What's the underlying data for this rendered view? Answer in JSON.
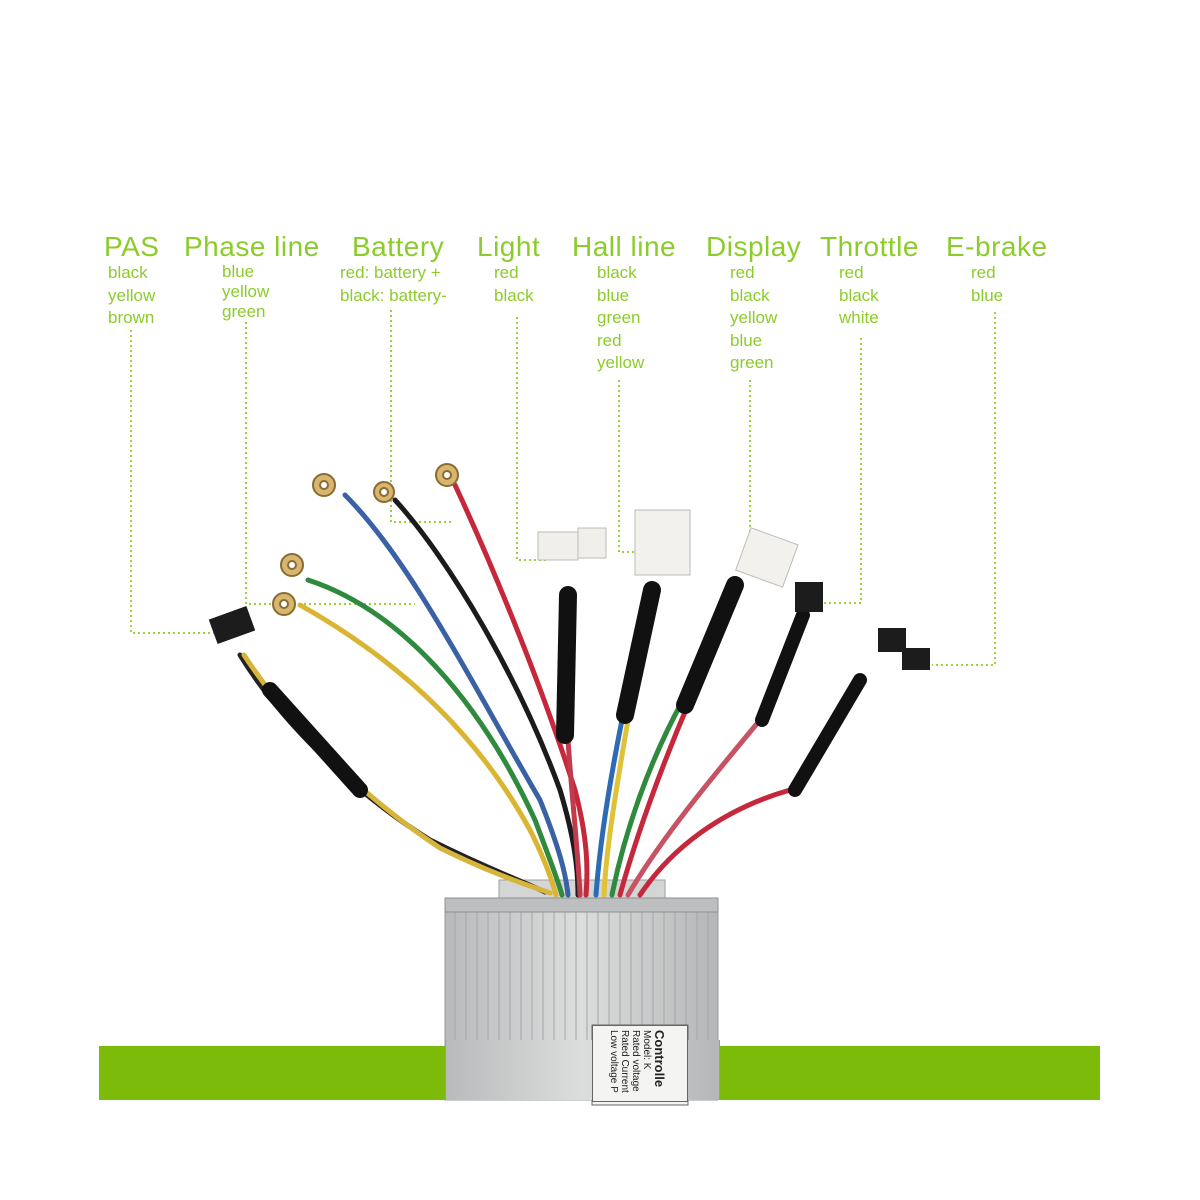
{
  "labels": [
    {
      "id": "pas",
      "title": "PAS",
      "wires": [
        "black",
        "yellow",
        "brown"
      ]
    },
    {
      "id": "phase",
      "title": "Phase line",
      "wires": [
        "blue",
        "yellow",
        "green"
      ]
    },
    {
      "id": "battery",
      "title": "Battery",
      "wires": [
        "red: battery +",
        "black: battery-"
      ]
    },
    {
      "id": "light",
      "title": "Light",
      "wires": [
        "red",
        "black"
      ]
    },
    {
      "id": "hall",
      "title": "Hall line",
      "wires": [
        "black",
        "blue",
        "green",
        "red",
        "yellow"
      ]
    },
    {
      "id": "display",
      "title": "Display",
      "wires": [
        "red",
        "black",
        "yellow",
        "blue",
        "green"
      ]
    },
    {
      "id": "throttle",
      "title": "Throttle",
      "wires": [
        "red",
        "black",
        "white"
      ]
    },
    {
      "id": "ebrake",
      "title": "E-brake",
      "wires": [
        "red",
        "blue"
      ]
    }
  ],
  "controller": {
    "label_lines": [
      "Controlle",
      "Model: K",
      "Rated voltage",
      "Rated Current",
      "Low voltage P"
    ]
  },
  "colors": {
    "accent_green": "#8ccc2a",
    "bar_green": "#7cbb0a",
    "leader_line": "#9ad23a",
    "housing": "#c9cacb"
  }
}
